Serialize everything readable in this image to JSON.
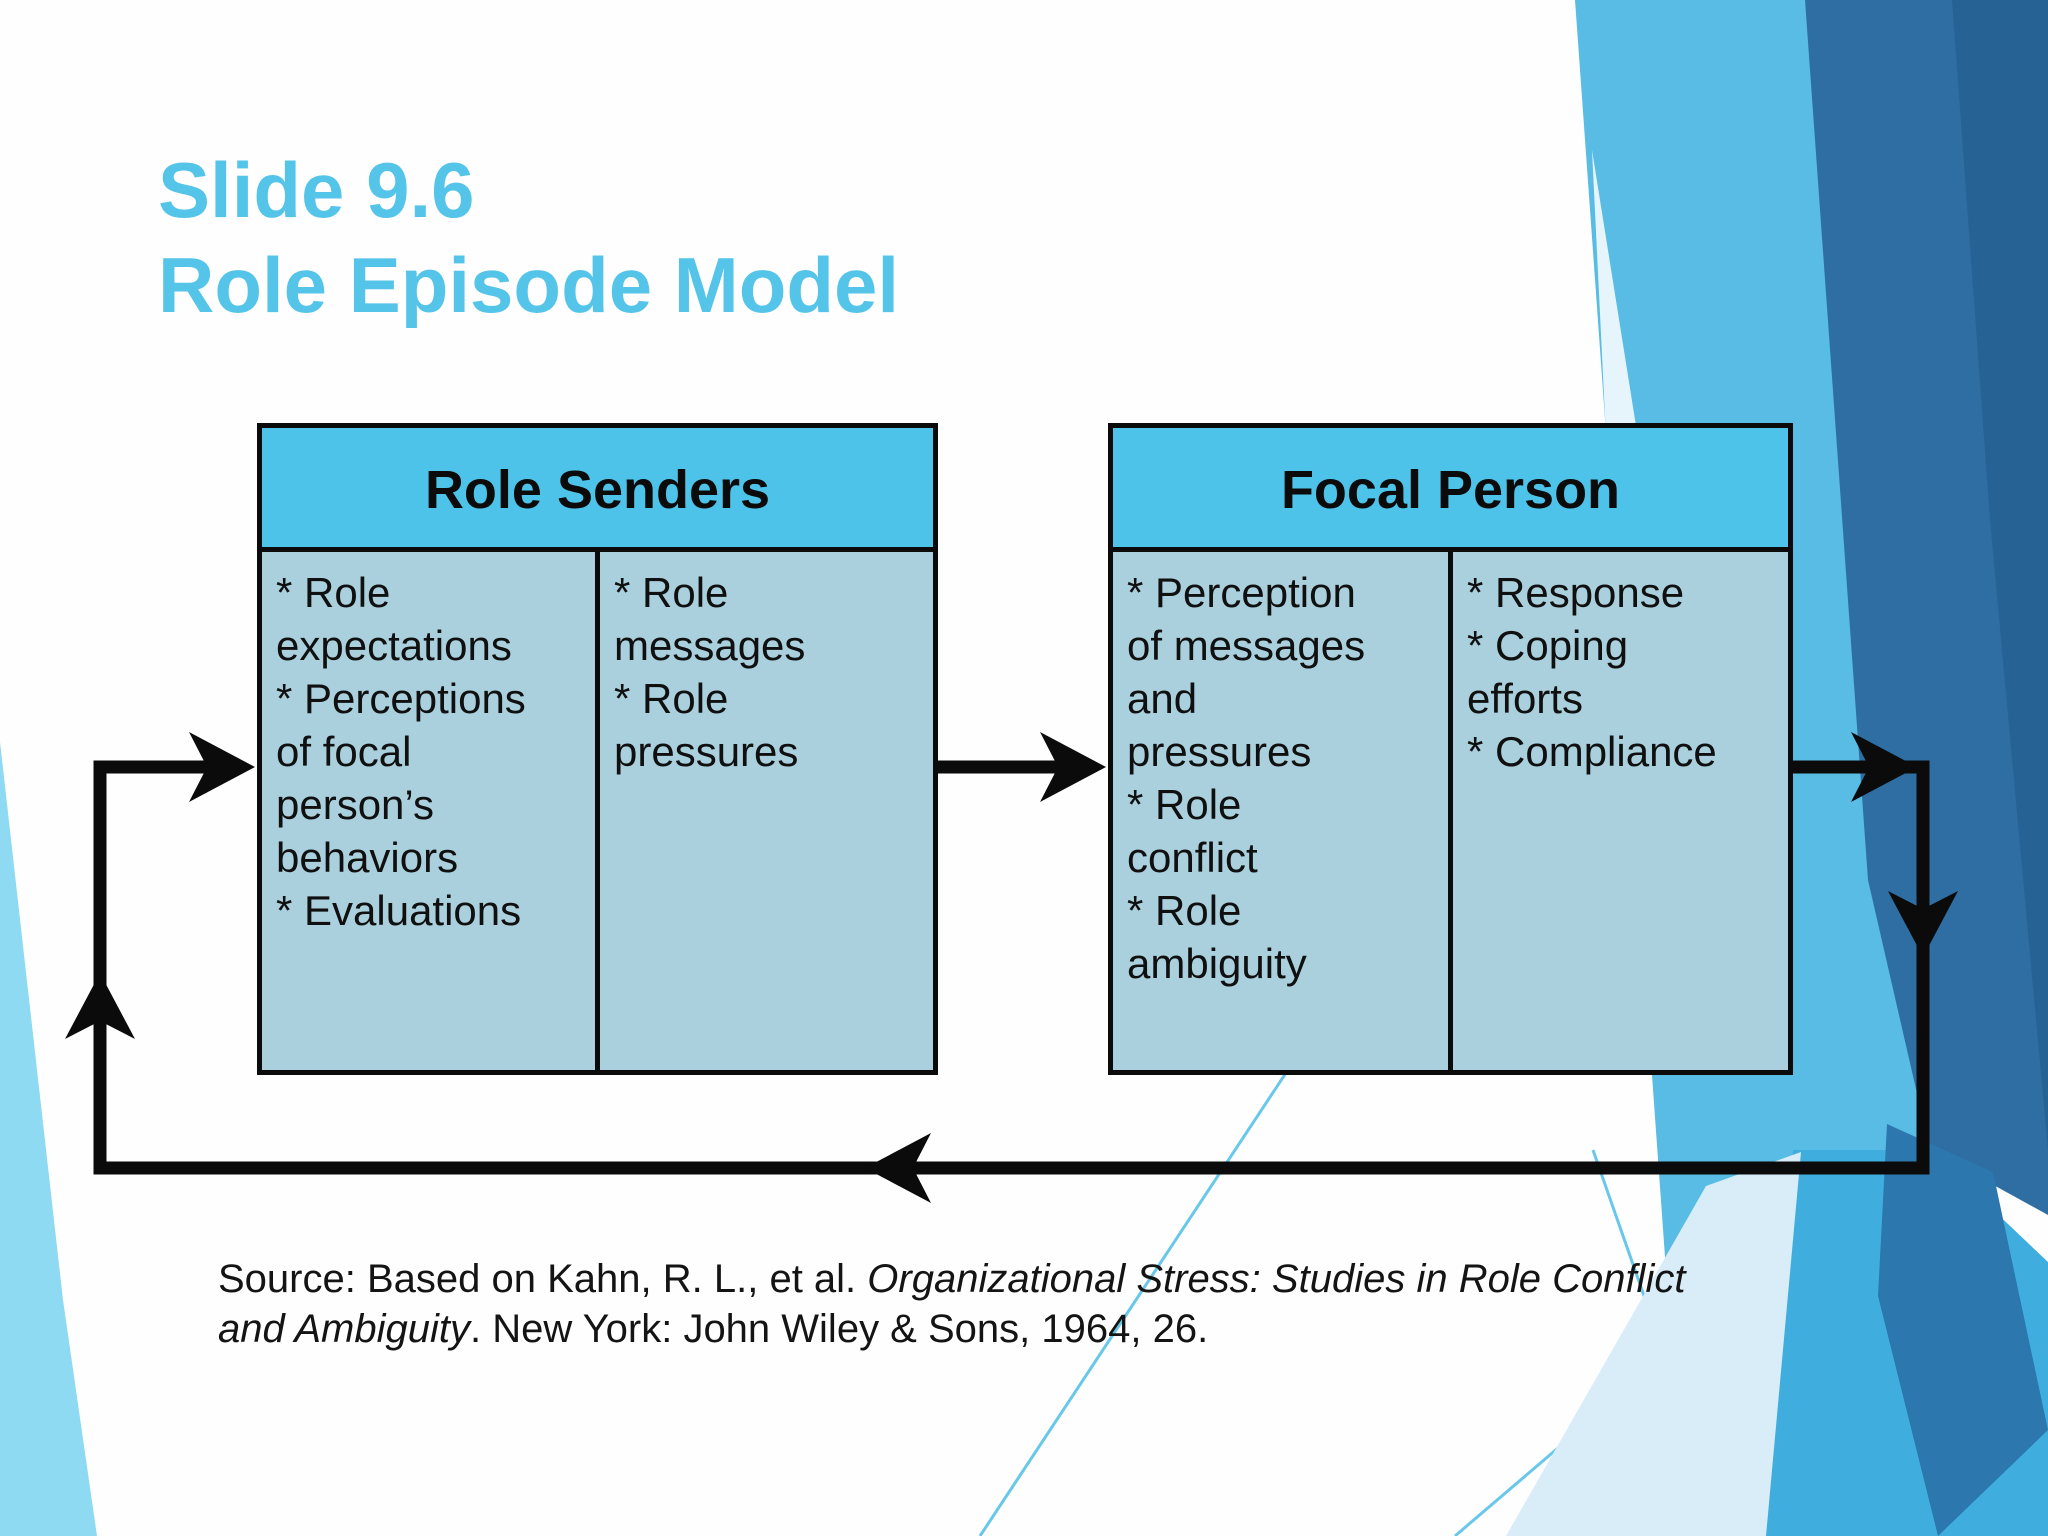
{
  "slide": {
    "title_line1": "Slide 9.6",
    "title_line2": "Role Episode Model"
  },
  "diagram": {
    "role_senders": {
      "header": "Role Senders",
      "left_column": "* Role\n   expectations\n* Perceptions\n   of focal\n   person’s\n   behaviors\n* Evaluations",
      "right_column": "* Role\n   messages\n* Role\n   pressures"
    },
    "focal_person": {
      "header": "Focal Person",
      "left_column": "* Perception\n   of messages\n   and\n   pressures\n* Role\n   conflict\n* Role\n   ambiguity",
      "right_column": "* Response\n* Coping\n   efforts\n* Compliance"
    },
    "arrows": [
      "role-senders-to-focal-person-arrow",
      "feedback-loop-focal-person-to-role-senders-arrow"
    ]
  },
  "source": {
    "line1_normal": "Source: Based on Kahn, R. L., et al. ",
    "line1_italic": "Organizational Stress: Studies in Role Conflict",
    "line2_italic": "and Ambiguity",
    "line2_normal": ". New York: John Wiley & Sons, 1964, 26."
  },
  "colors": {
    "title_blue": "#55C4E9",
    "box_header_fill": "#4EC3E9",
    "box_body_fill": "#AAD0DD",
    "box_border": "#0B0B0B",
    "arrow_black": "#0B0B0B",
    "bg_band_blue": "#58BCE4",
    "bg_dark_blue": "#2E6EA3",
    "bg_bottom_blue": "#3FAEDF",
    "bg_navy_wedge": "#2B77AE",
    "bg_pale_wedge": "#D8EDF8",
    "bg_left_wedge": "#8EDAF2",
    "bg_thin_line": "#69C8EA",
    "source_text": "#141414"
  }
}
